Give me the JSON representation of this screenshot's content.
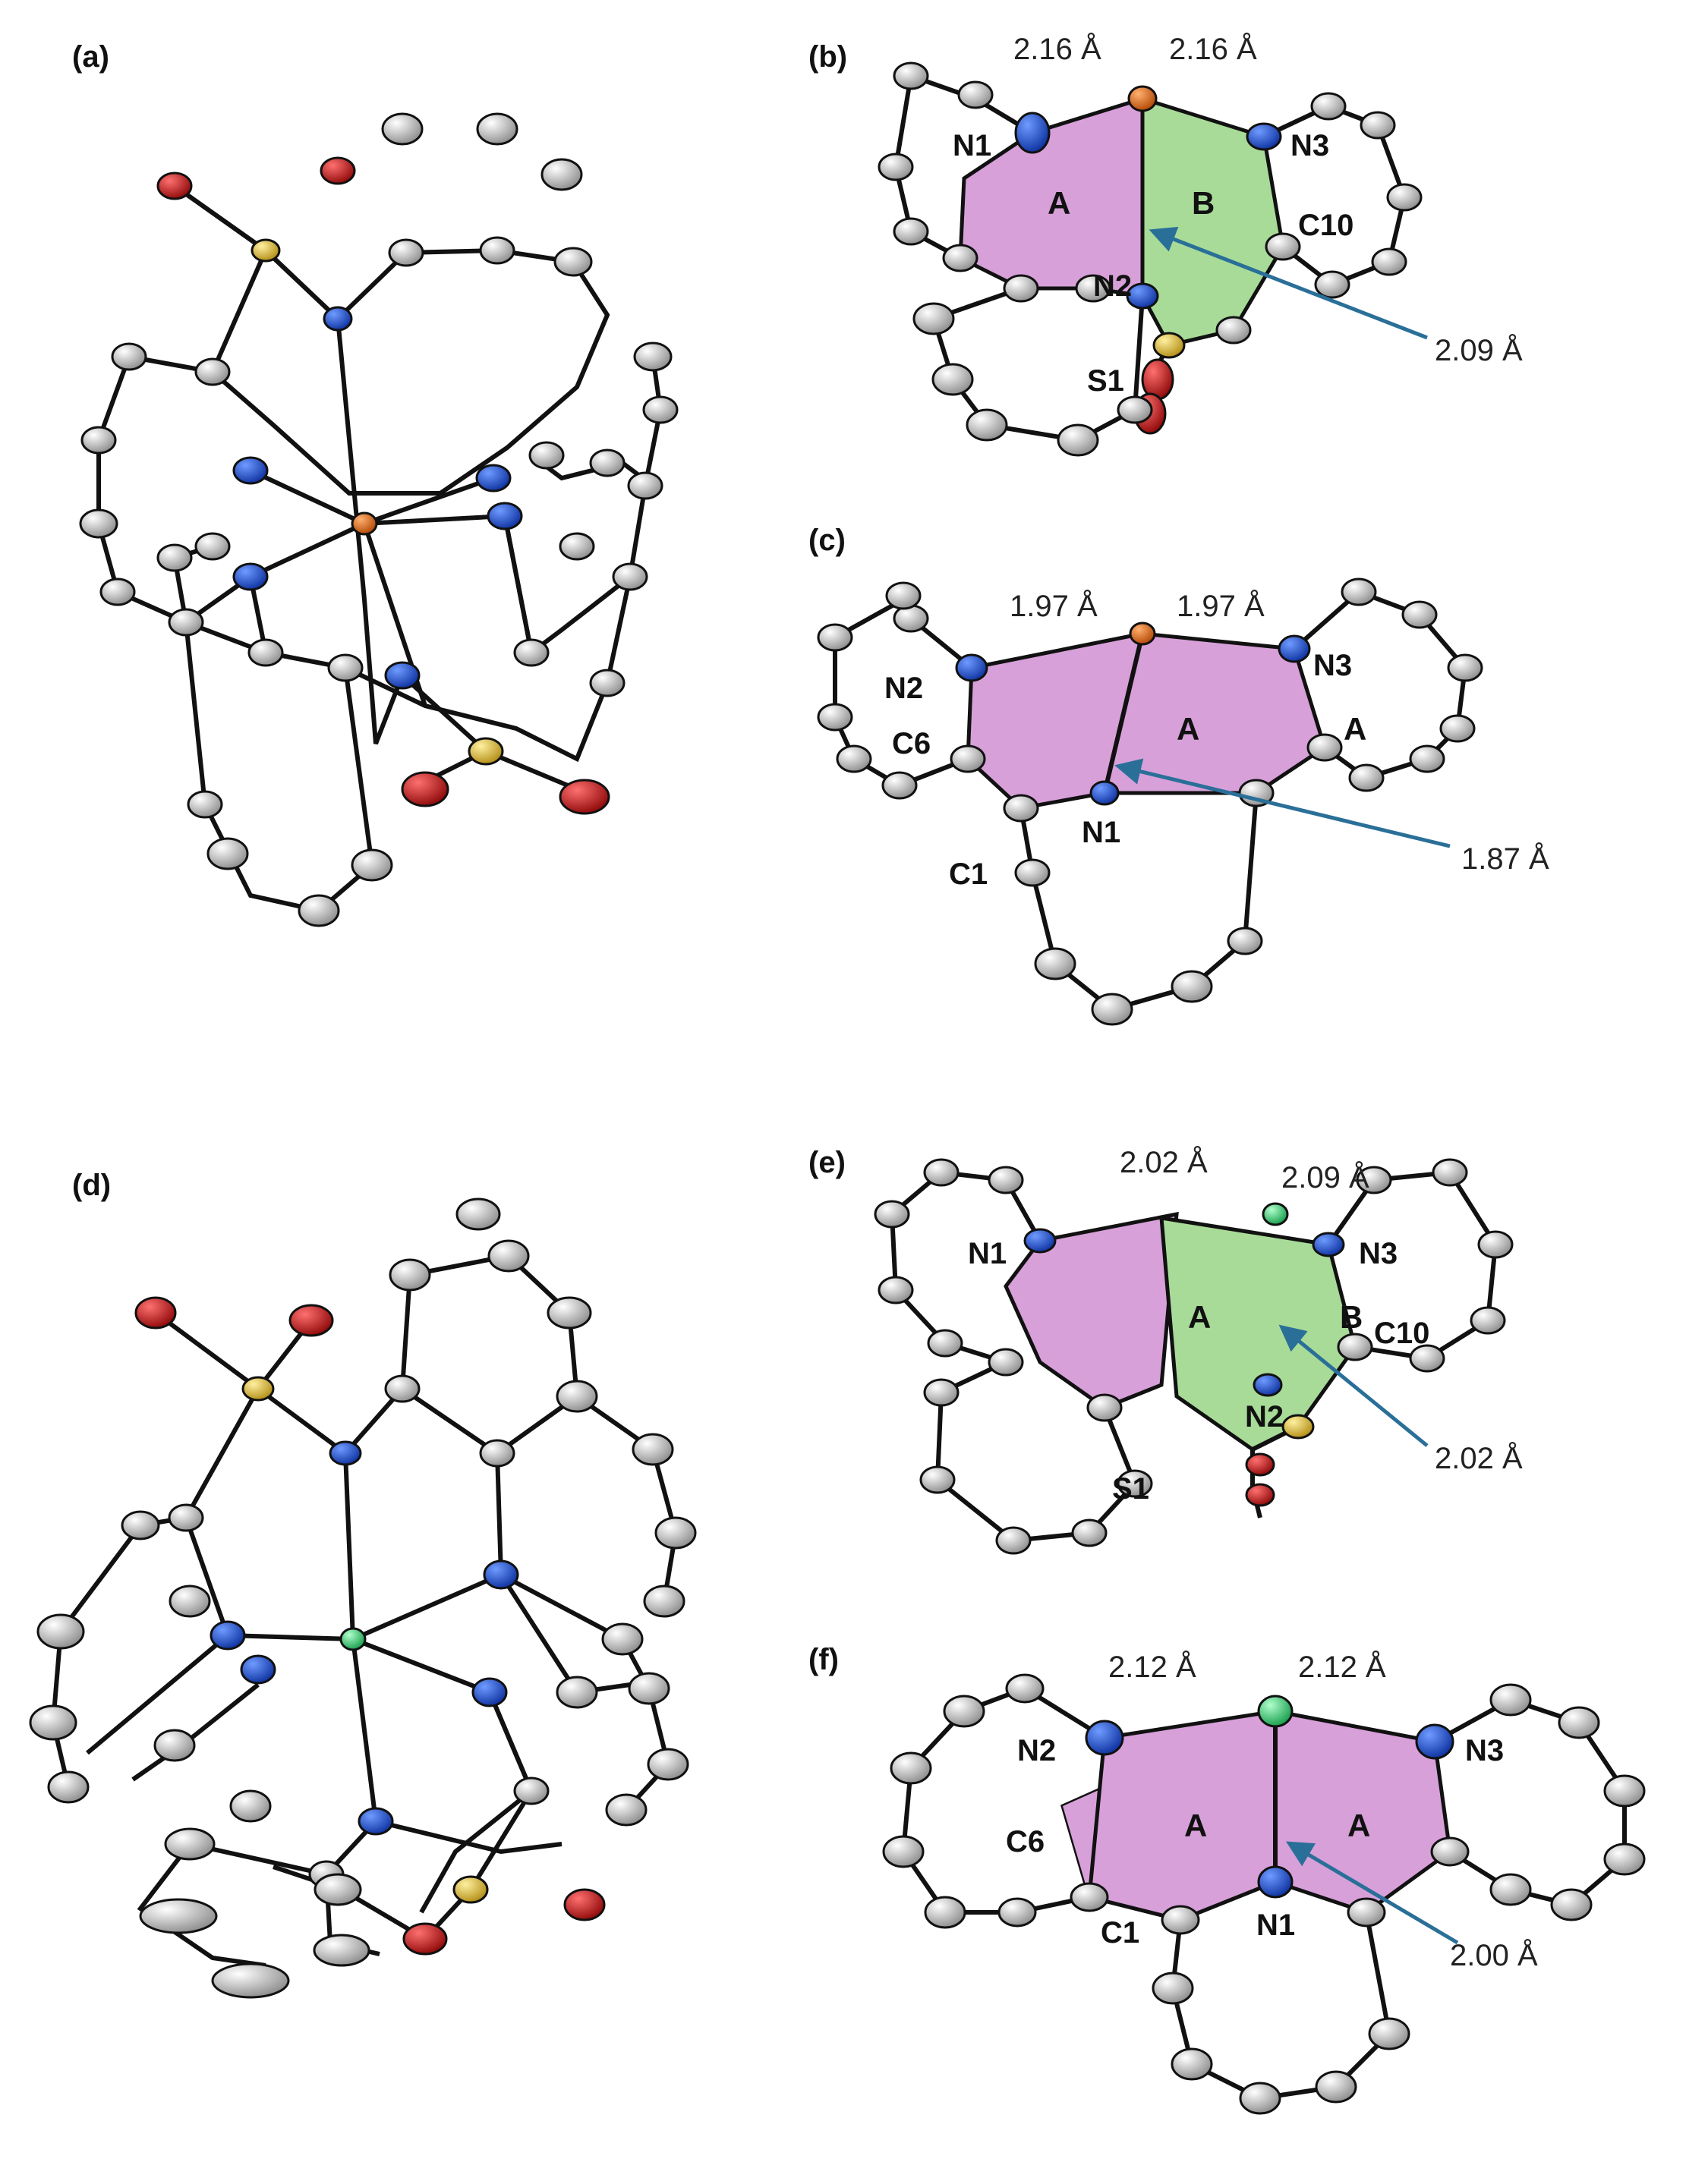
{
  "panels": {
    "a": {
      "label": "(a)"
    },
    "b": {
      "label": "(b)",
      "atoms": {
        "n1": "N1",
        "n2": "N2",
        "n3": "N3",
        "c10": "C10",
        "s1": "S1"
      },
      "bond_left": "2.16 Å",
      "bond_right": "2.16 Å",
      "axial": "2.09 Å",
      "ring_left": "A",
      "ring_right": "B"
    },
    "c": {
      "label": "(c)",
      "atoms": {
        "n1": "N1",
        "n2": "N2",
        "n3": "N3",
        "c6": "C6",
        "c1": "C1"
      },
      "bond_left": "1.97 Å",
      "bond_right": "1.97 Å",
      "axial": "1.87 Å",
      "ring_left": "A",
      "ring_right": "A"
    },
    "d": {
      "label": "(d)"
    },
    "e": {
      "label": "(e)",
      "atoms": {
        "n1": "N1",
        "n2": "N2",
        "n3": "N3",
        "c10": "C10",
        "s1": "S1"
      },
      "bond_left": "2.02 Å",
      "bond_right": "2.09 Å",
      "axial": "2.02 Å",
      "ring_left": "A",
      "ring_right": "B"
    },
    "f": {
      "label": "(f)",
      "atoms": {
        "n1": "N1",
        "n2": "N2",
        "n3": "N3",
        "c6": "C6",
        "c1": "C1"
      },
      "bond_left": "2.12 Å",
      "bond_right": "2.12 Å",
      "axial": "2.00 Å",
      "ring_left": "A",
      "ring_right": "A"
    }
  },
  "colors": {
    "carbon": "#c8c8c8",
    "nitrogen": "#1f4fd6",
    "oxygen": "#d01818",
    "sulfur": "#e6c030",
    "iron": "#e06a10",
    "nickel": "#30d070",
    "ring_a": "#d7a0d9",
    "ring_b": "#a8db98",
    "arrow": "#2a6f98"
  }
}
